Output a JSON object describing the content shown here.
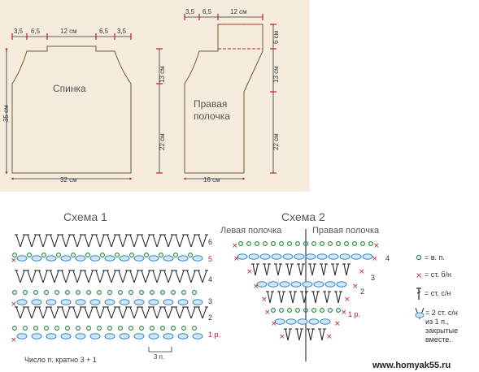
{
  "colors": {
    "panel_bg": "#f5ecdd",
    "outline": "#6b5a35",
    "dim_line": "#333333",
    "dim_arrow": "#c41a2a",
    "chain": "#2f8f4a",
    "sc": "#c41a2a",
    "dc": "#2a2a2a",
    "cluster": "#3a88c0",
    "row_red": "#c41a2a"
  },
  "back_piece": {
    "label": "Спинка",
    "top_dims": [
      "3,5",
      "6,5",
      "12 см",
      "6,5",
      "3,5"
    ],
    "height": "35 см",
    "width": "32 см",
    "side_upper": "13 см",
    "side_lower": "22 см"
  },
  "front_piece": {
    "label_line1": "Правая",
    "label_line2": "полочка",
    "top_dims": [
      "3,5",
      "6,5",
      "12 см"
    ],
    "collar": "6 см",
    "side_upper": "13 см",
    "side_lower": "22 см",
    "width": "16 см"
  },
  "schema1": {
    "title": "Схема 1",
    "rows": [
      "6",
      "5",
      "4",
      "3",
      "2",
      "1 р."
    ],
    "repeat": "3 п.",
    "footer": "Число п. кратно 3 + 1"
  },
  "schema2": {
    "title": "Схема 2",
    "left_label": "Левая полочка",
    "right_label": "Правая полочка",
    "rows": [
      "4",
      "3",
      "2",
      "1 р."
    ]
  },
  "legend": {
    "items": [
      {
        "icon": "chain-stitch-icon",
        "text": "= в. п."
      },
      {
        "icon": "single-crochet-icon",
        "text": "= ст. б/н"
      },
      {
        "icon": "double-crochet-icon",
        "text": "= ст. с/н"
      }
    ],
    "cluster_lines": [
      "= 2 ст. с/н",
      "из   1   п.,",
      "закрытые",
      "вместе."
    ]
  },
  "watermark": "www.homyak55.ru"
}
